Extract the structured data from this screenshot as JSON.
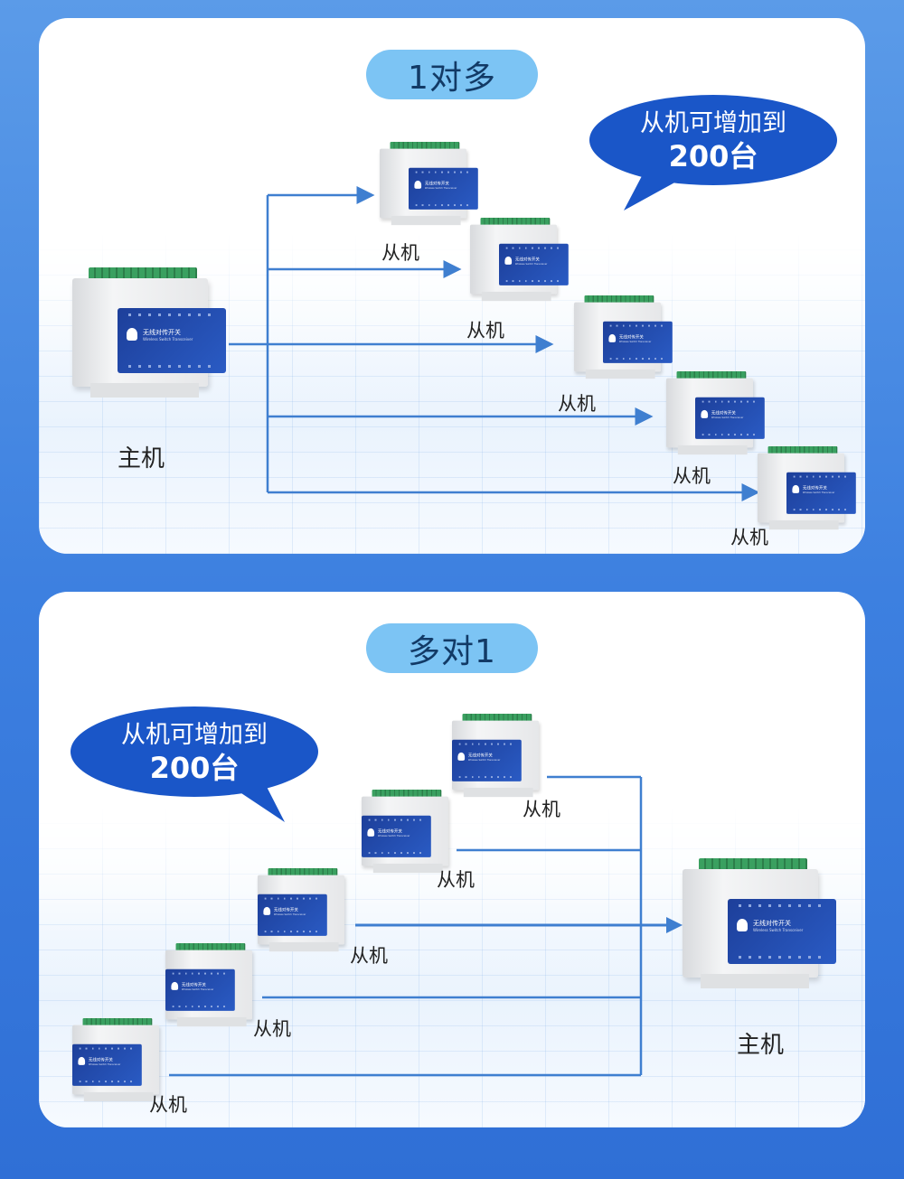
{
  "colors": {
    "background": "#3d80e0",
    "card": "#ffffff",
    "pill": "#7cc4f4",
    "bubble": "#1a56c8",
    "line": "#3f7fd0"
  },
  "one_to_many": {
    "title": "1对多",
    "bubble": {
      "line1": "从机可增加到",
      "line2": "200台"
    },
    "master_label": "主机",
    "slave_labels": [
      "从机",
      "从机",
      "从机",
      "从机",
      "从机"
    ]
  },
  "many_to_one": {
    "title": "多对1",
    "bubble": {
      "line1": "从机可增加到",
      "line2": "200台"
    },
    "master_label": "主机",
    "slave_labels": [
      "从机",
      "从机",
      "从机",
      "从机",
      "从机"
    ]
  },
  "device": {
    "name": "无线对传开关",
    "subtitle": "Wireless Switch Transceiver",
    "icon": "robot-logo-icon"
  }
}
